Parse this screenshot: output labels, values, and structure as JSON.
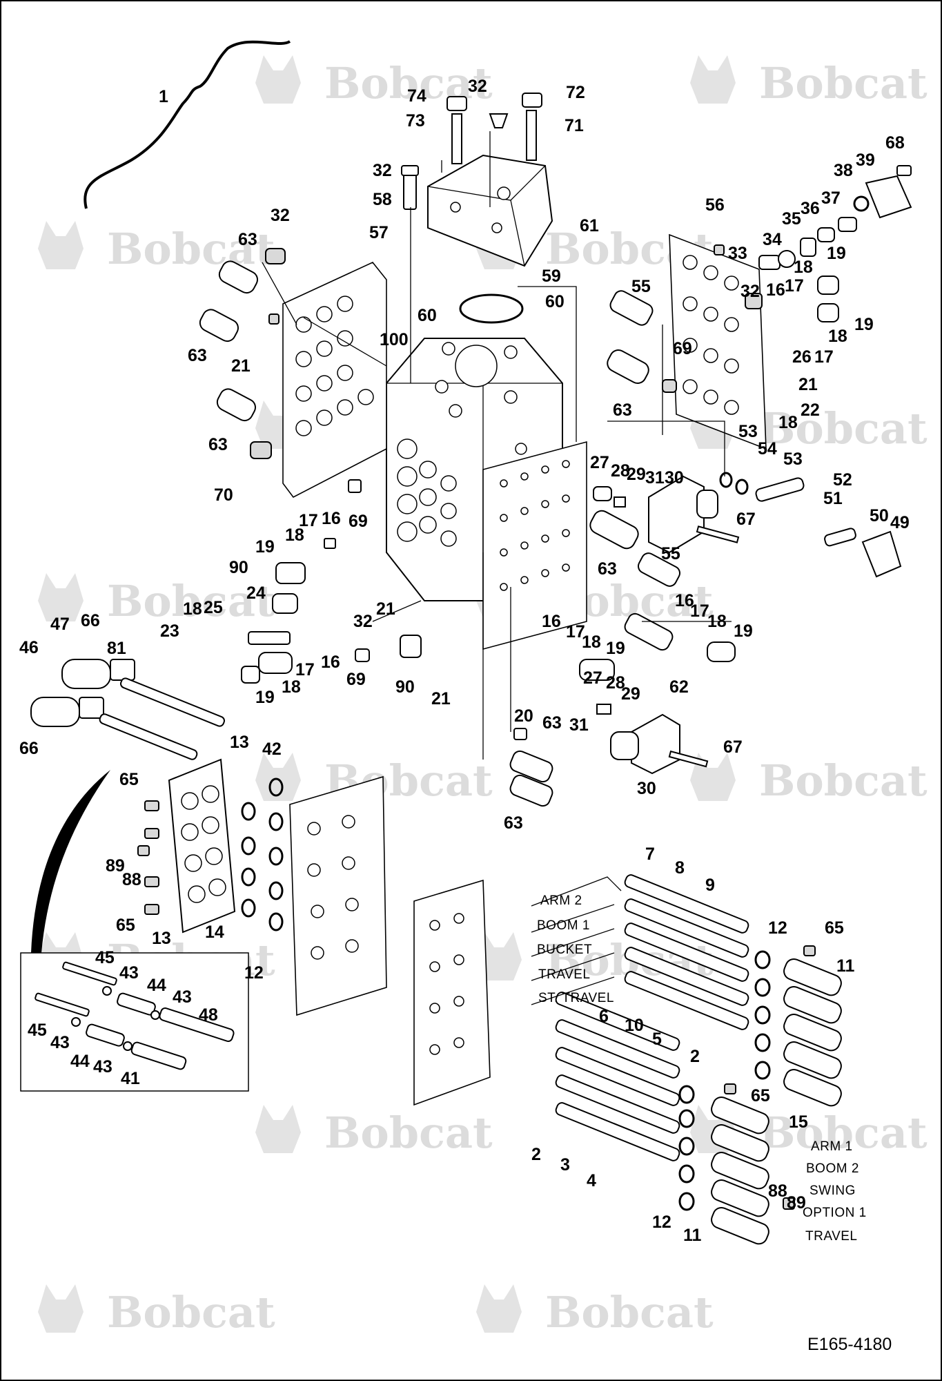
{
  "brand": {
    "watermark_text": "Bobcat",
    "watermark_icon": "bobcat-head-logo"
  },
  "document_id": "E165-4180",
  "section_labels_upper": [
    "ARM 2",
    "BOOM 1",
    "BUCKET",
    "TRAVEL",
    "ST. TRAVEL"
  ],
  "section_labels_lower": [
    "ARM 1",
    "BOOM 2",
    "SWING",
    "OPTION 1",
    "TRAVEL"
  ],
  "callouts": [
    "1",
    "74",
    "32",
    "72",
    "73",
    "71",
    "32",
    "58",
    "57",
    "61",
    "32",
    "63",
    "63",
    "21",
    "63",
    "70",
    "59",
    "60",
    "60",
    "100",
    "56",
    "68",
    "39",
    "38",
    "37",
    "36",
    "35",
    "34",
    "33",
    "32",
    "18",
    "19",
    "16",
    "17",
    "19",
    "18",
    "26",
    "17",
    "21",
    "22",
    "18",
    "55",
    "69",
    "63",
    "53",
    "54",
    "53",
    "52",
    "51",
    "50",
    "49",
    "27",
    "28",
    "29",
    "31",
    "30",
    "67",
    "63",
    "55",
    "69",
    "17",
    "16",
    "18",
    "19",
    "90",
    "24",
    "25",
    "18",
    "23",
    "81",
    "21",
    "32",
    "69",
    "90",
    "21",
    "19",
    "18",
    "17",
    "16",
    "16",
    "17",
    "18",
    "19",
    "16",
    "17",
    "18",
    "19",
    "27",
    "28",
    "29",
    "62",
    "20",
    "31",
    "30",
    "67",
    "63",
    "63",
    "47",
    "66",
    "46",
    "66",
    "13",
    "42",
    "65",
    "89",
    "88",
    "65",
    "13",
    "14",
    "12",
    "45",
    "43",
    "44",
    "43",
    "48",
    "45",
    "43",
    "44",
    "43",
    "41",
    "7",
    "8",
    "9",
    "12",
    "65",
    "11",
    "6",
    "10",
    "2",
    "5",
    "65",
    "15",
    "2",
    "3",
    "4",
    "12",
    "11",
    "88",
    "89"
  ]
}
